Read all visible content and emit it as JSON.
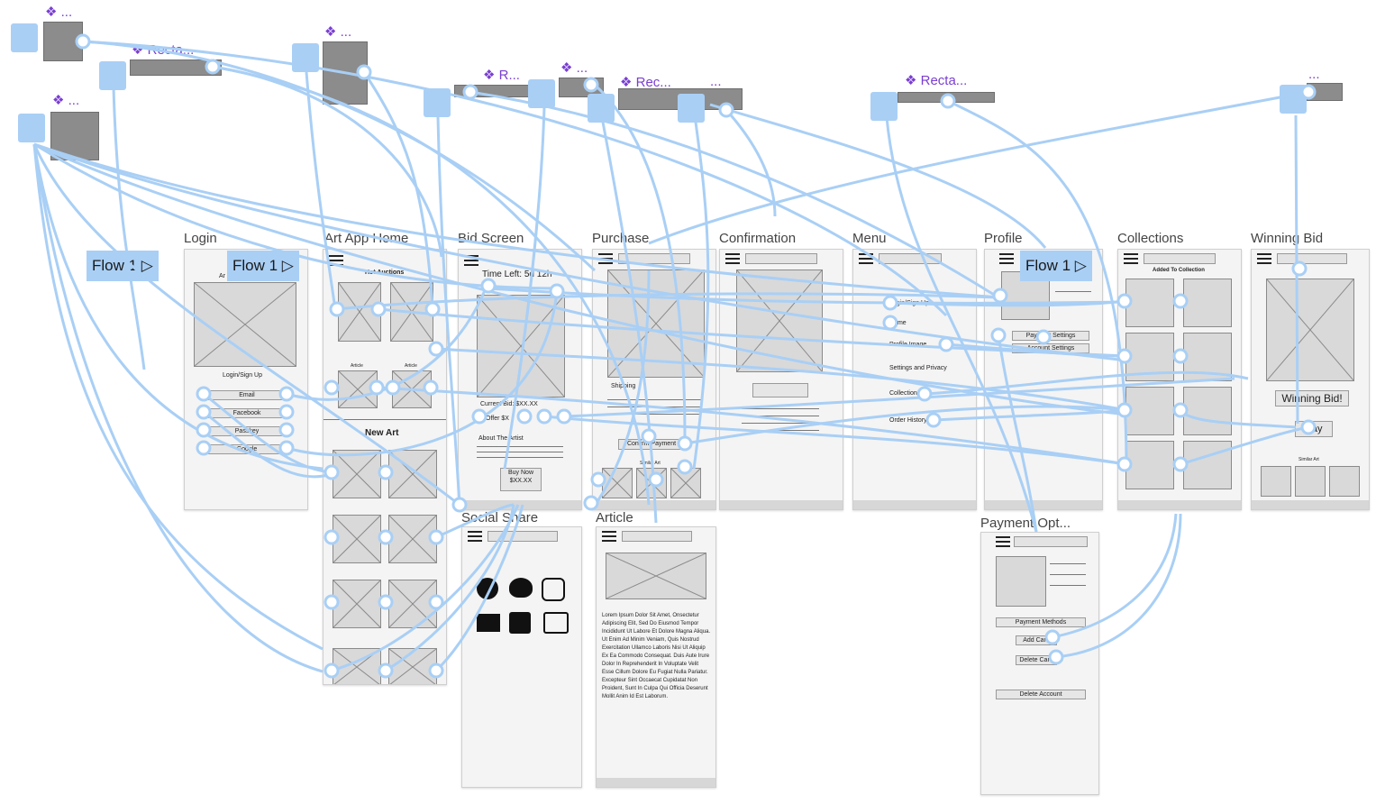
{
  "colors": {
    "wire": "#a9cff5",
    "component_purple": "#7a3fd1",
    "placeholder": "#d9d9d9"
  },
  "screens": {
    "login": {
      "title": "Login",
      "subtitle": "Ar",
      "heading": "Login/Sign Up",
      "buttons": [
        "Email",
        "Facebook",
        "Passkey",
        "Google"
      ]
    },
    "home": {
      "title": "Art App Home",
      "hot_auctions": "Hot Auctions",
      "article": "Article",
      "new_art": "New Art"
    },
    "bid": {
      "title": "Bid Screen",
      "time_left": "Time Left: 5d 12h",
      "current_bid": "Current Bid: $XX.XX",
      "offer": "Offer $X",
      "about": "About The Artist",
      "buy_now": "Buy Now $XX.XX"
    },
    "purchase": {
      "title": "Purchase",
      "shipping": "Shipping",
      "confirm": "Confirm Payment",
      "similar": "Similar Art"
    },
    "confirmation": {
      "title": "Confirmation"
    },
    "menu": {
      "title": "Menu",
      "items": [
        "Login/Sign Up",
        "Home",
        "Profile Image",
        "Settings and Privacy",
        "Collection",
        "Order History"
      ]
    },
    "profile": {
      "title": "Profile",
      "buttons": [
        "Payment Settings",
        "Account Settings"
      ]
    },
    "collections": {
      "title": "Collections",
      "heading": "Added To Collection"
    },
    "winning": {
      "title": "Winning Bid",
      "banner": "Winning Bid!",
      "pay": "Pay",
      "similar": "Similar Art"
    },
    "social": {
      "title": "Social Share"
    },
    "article": {
      "title": "Article",
      "body": "Lorem Ipsum Dolor Sit Amet, Onsectetur Adipiscing Elit, Sed Do Eiusmod Tempor Incididunt Ut Labore Et Dolore Magna Aliqua. Ut Enim Ad Minim Veniam, Quis Nostrud Exercitation Ullamco Laboris Nisi Ut Aliquip Ex Ea Commodo Consequat. Duis Aute Irure Dolor In Reprehenderit In Voluptate Velit Esse Cillum Dolore Eu Fugiat Nulla Pariatur. Excepteur Sint Occaecat Cupidatat Non Proident, Sunt In Culpa Qui Officia Deserunt Mollit Anim Id Est Laborum."
    },
    "payment": {
      "title": "Payment Opt...",
      "buttons": [
        "Payment Methods",
        "Add Card",
        "Delete Card",
        "Delete Account"
      ]
    }
  },
  "flow_tags": [
    "Flow 1",
    "Flow 1",
    "Flow 1"
  ],
  "component_labels": [
    "...",
    "Recta...",
    "...",
    "...",
    "R...",
    "...",
    "Rec...",
    "...",
    "Recta...",
    "..."
  ]
}
